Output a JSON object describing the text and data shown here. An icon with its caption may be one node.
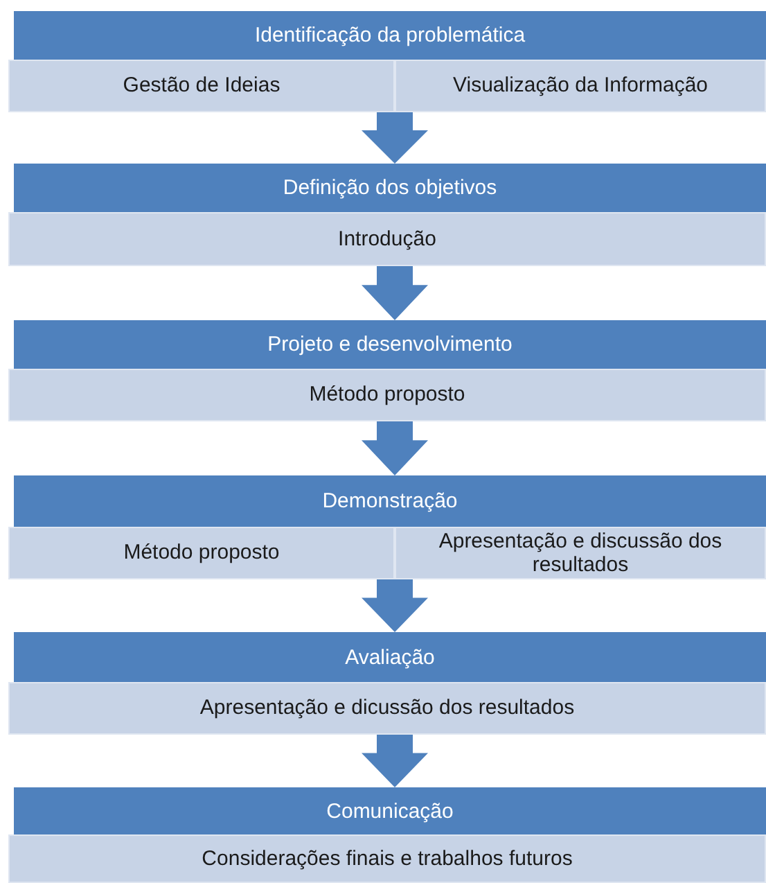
{
  "diagram": {
    "nodes": [
      {
        "text": [
          "Identificação da problemática"
        ]
      },
      {
        "text": [
          "Gestão de Ideias"
        ]
      },
      {
        "text": [
          "Visualização da Informação"
        ]
      },
      {
        "text": [
          "Definição dos objetivos"
        ]
      },
      {
        "text": [
          "Introdução"
        ]
      },
      {
        "text": [
          "Projeto e desenvolvimento"
        ]
      },
      {
        "text": [
          "Método proposto"
        ]
      },
      {
        "text": [
          "Demonstração"
        ]
      },
      {
        "text": [
          "Método proposto"
        ]
      },
      {
        "text": [
          "Apresentação e discussão dos resultados"
        ]
      },
      {
        "text": [
          "Avaliação"
        ]
      },
      {
        "text": [
          "Apresentação e dicussão dos resultados"
        ]
      },
      {
        "text": [
          "Comunicação"
        ]
      },
      {
        "text": [
          "Considerações finais e trabalhos futuros"
        ]
      }
    ],
    "edges": [
      {
        "from": 1,
        "to": 3,
        "arrow": "to"
      },
      {
        "from": 2,
        "to": 3,
        "arrow": "to"
      },
      {
        "from": 4,
        "to": 5,
        "arrow": "to"
      },
      {
        "from": 6,
        "to": 7,
        "arrow": "to"
      },
      {
        "from": 8,
        "to": 10,
        "arrow": "to"
      },
      {
        "from": 9,
        "to": 10,
        "arrow": "to"
      },
      {
        "from": 11,
        "to": 12,
        "arrow": "to"
      }
    ]
  }
}
